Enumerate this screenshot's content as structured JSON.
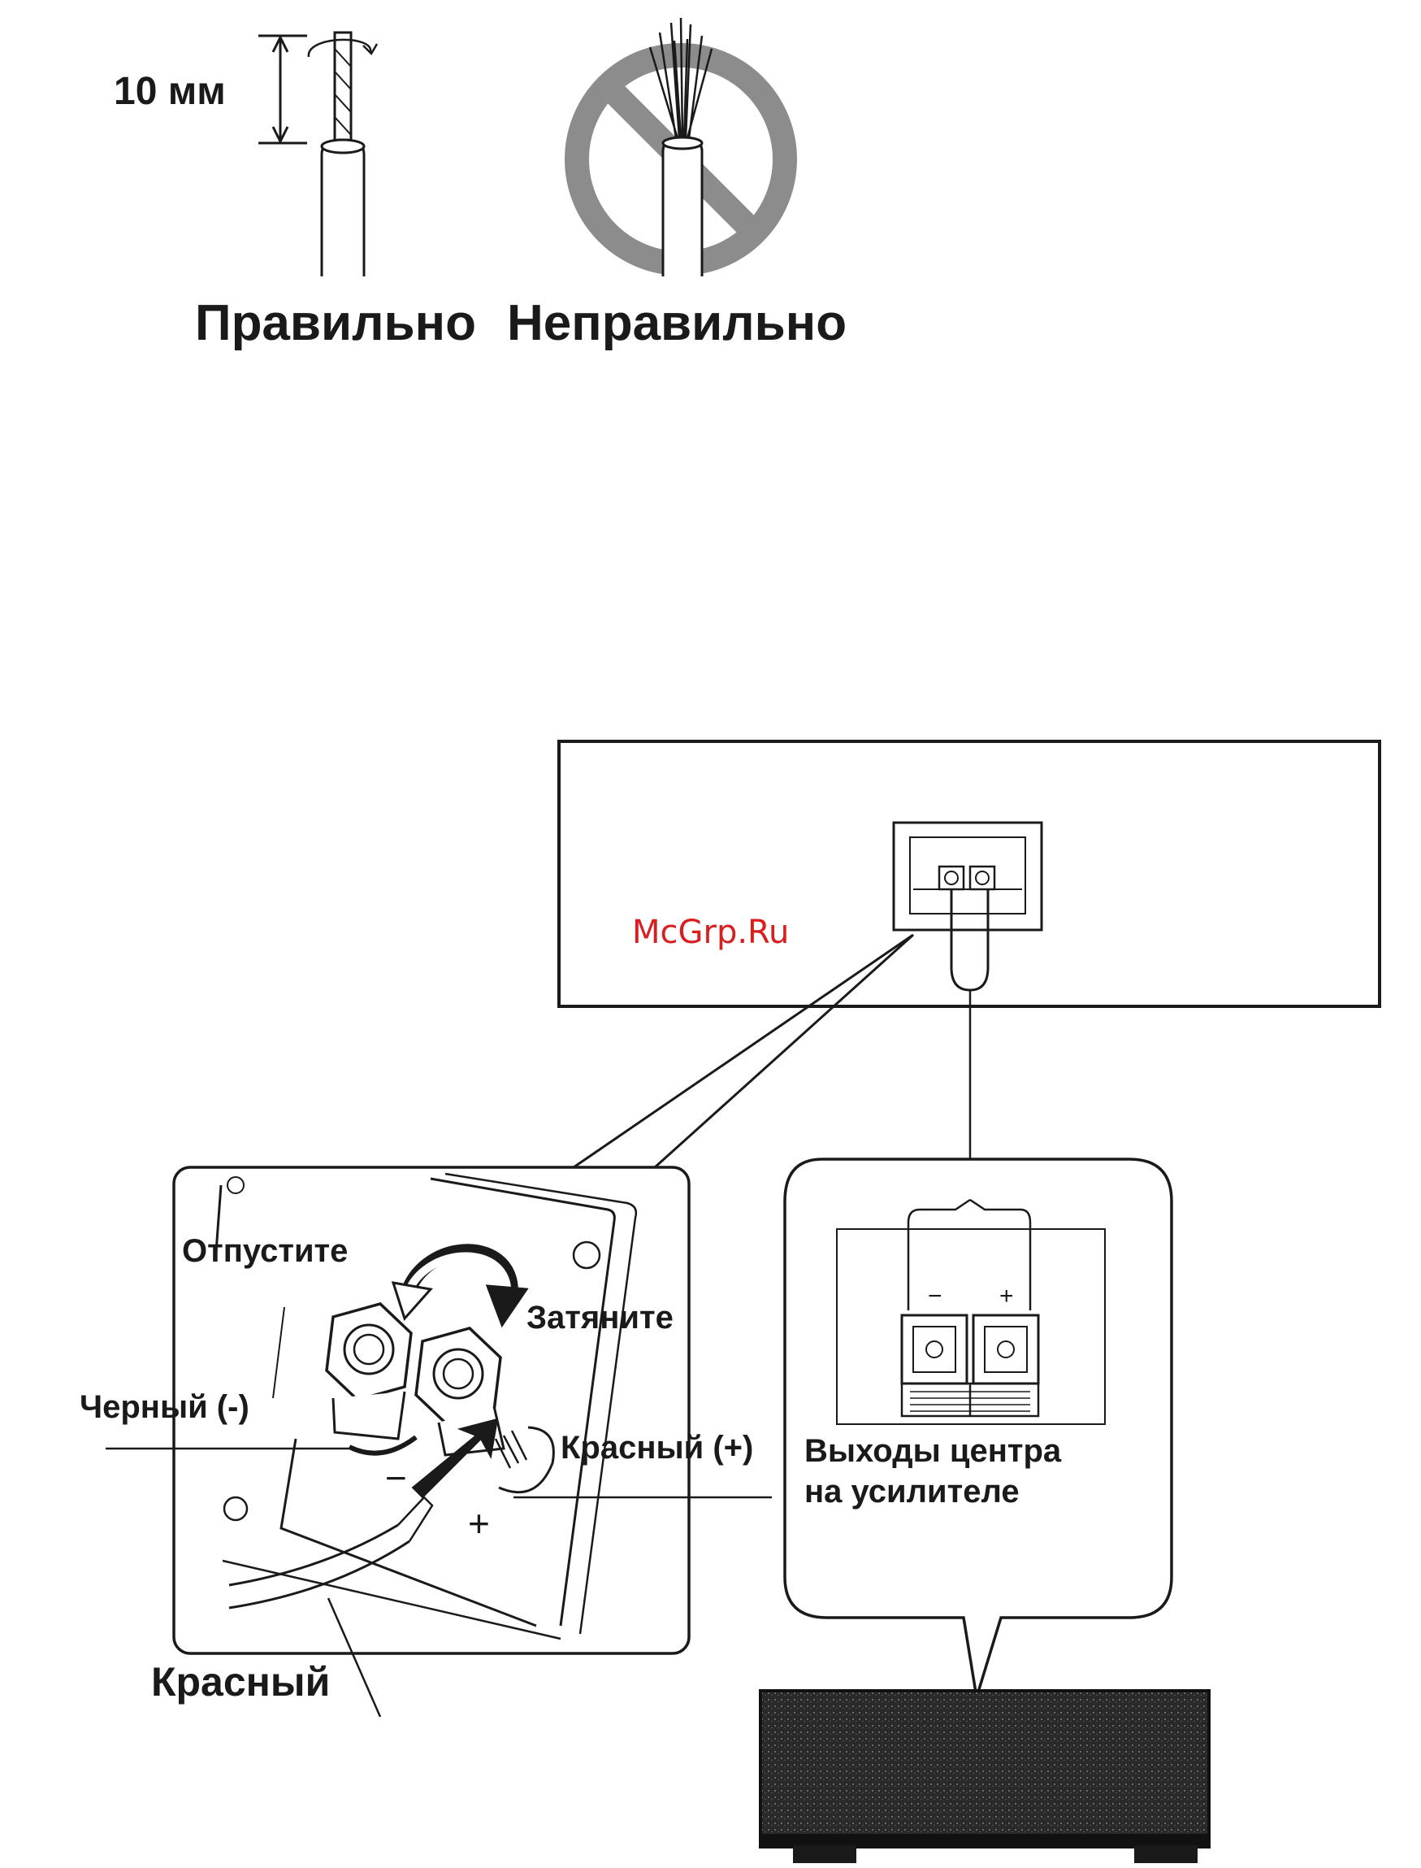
{
  "labels": {
    "strip_length": "10 мм",
    "correct": "Правильно",
    "incorrect": "Неправильно",
    "loosen": "Отпустите",
    "tighten": "Затяните",
    "black_neg": "Черный (-)",
    "red_pos": "Красный (+)",
    "red": "Красный",
    "center_out_line1": "Выходы центра",
    "center_out_line2": "на усилителе",
    "minus": "−",
    "plus": "+",
    "watermark": "McGrp.Ru"
  },
  "colors": {
    "ink": "#1a1a1a",
    "prohibit_gray": "#8c8c8c",
    "watermark": "#d81e1e"
  }
}
